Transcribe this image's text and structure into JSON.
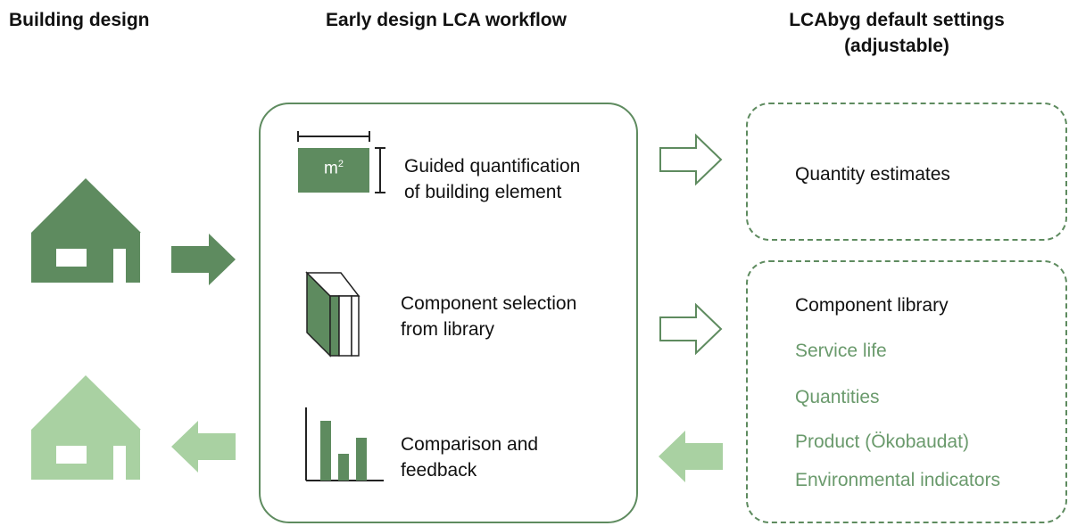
{
  "headings": {
    "building_design": "Building design",
    "workflow": "Early design LCA workflow",
    "defaults_line1": "LCAbyg default settings",
    "defaults_line2": "(adjustable)"
  },
  "workflow_steps": {
    "quantification_line1": "Guided quantification",
    "quantification_line2": "of building element",
    "area_unit": "m",
    "area_exponent": "2",
    "selection_line1": "Component selection",
    "selection_line2": "from library",
    "comparison_line1": "Comparison and",
    "comparison_line2": "feedback"
  },
  "defaults": {
    "quantity_estimates": "Quantity estimates",
    "component_library": "Component library",
    "sub_items": [
      "Service life",
      "Quantities",
      "Product (Ökobaudat)",
      "Environmental indicators"
    ]
  },
  "colors": {
    "dark_green": "#5e8b5f",
    "light_green": "#a9d1a2",
    "text_green": "#6a9a6c",
    "outline": "#5e8b5f"
  },
  "icons": [
    "house-icon",
    "arrow-right-icon",
    "arrow-left-icon",
    "area-measure-icon",
    "component-layers-icon",
    "bar-chart-icon",
    "outline-arrow-icon"
  ]
}
